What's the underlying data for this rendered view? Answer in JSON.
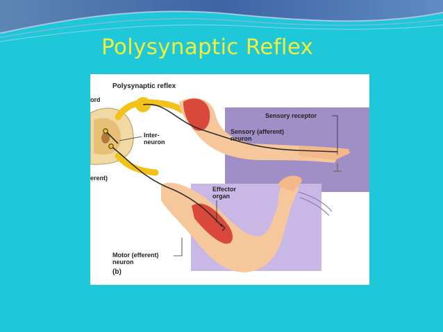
{
  "slide": {
    "title": "Polysynaptic Reflex"
  },
  "figure": {
    "heading": "Polysynaptic reflex",
    "labels": {
      "cord_fragment": "ord",
      "efferent_fragment": "erent)",
      "sensory_receptor": "Sensory receptor",
      "sensory_line1": "Sensory (afferent)",
      "sensory_line2": "neuron",
      "inter_line1": "Inter-",
      "inter_line2": "neuron",
      "effector_line1": "Effector",
      "effector_line2": "organ",
      "motor_line1": "Motor (efferent)",
      "motor_line2": "neuron",
      "panel": "(b)"
    }
  },
  "colors": {
    "background": "#1ec8d8",
    "title": "#f2ee3a",
    "panel_purple": "#9f8fc6",
    "panel_lavender": "#c9b8e6",
    "nerve_yellow": "#f2c21a",
    "skin": "#f7c79c",
    "muscle": "#d9483a"
  }
}
